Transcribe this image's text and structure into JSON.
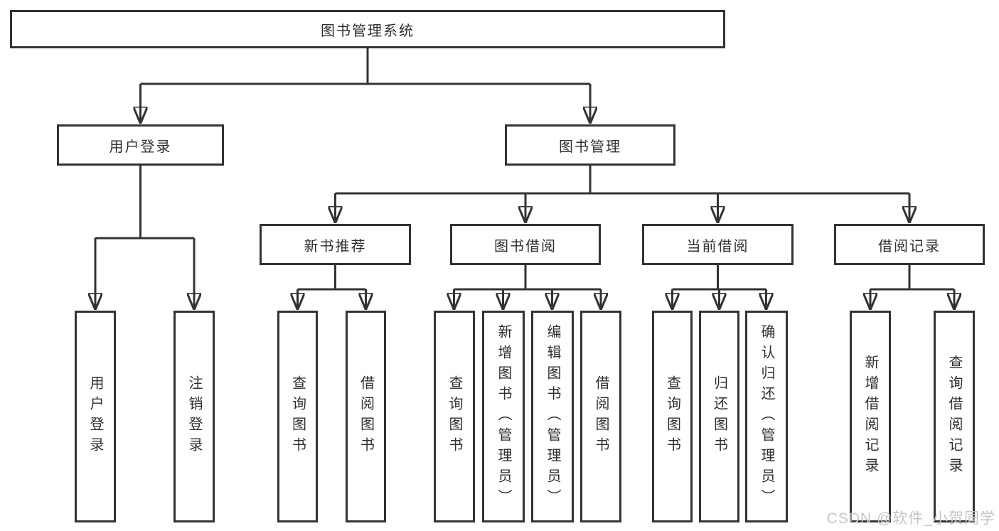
{
  "colors": {
    "line": "#333333",
    "text": "#2f2f2f",
    "watermark": "#c5c5c5",
    "background": "#ffffff"
  },
  "watermark": {
    "text": "CSDN @软件_小贺同学"
  },
  "tree": {
    "label": "图书管理系统",
    "children": [
      {
        "label": "用户登录",
        "children": [
          {
            "label": "用户登录"
          },
          {
            "label": "注销登录"
          }
        ]
      },
      {
        "label": "图书管理",
        "children": [
          {
            "label": "新书推荐",
            "children": [
              {
                "label": "查询图书"
              },
              {
                "label": "借阅图书"
              }
            ]
          },
          {
            "label": "图书借阅",
            "children": [
              {
                "label": "查询图书"
              },
              {
                "label": "新增图书（管理员）"
              },
              {
                "label": "编辑图书（管理员）"
              },
              {
                "label": "借阅图书"
              }
            ]
          },
          {
            "label": "当前借阅",
            "children": [
              {
                "label": "查询图书"
              },
              {
                "label": "归还图书"
              },
              {
                "label": "确认归还（管理员）"
              }
            ]
          },
          {
            "label": "借阅记录",
            "children": [
              {
                "label": "新增借阅记录"
              },
              {
                "label": "查询借阅记录"
              }
            ]
          }
        ]
      }
    ]
  }
}
